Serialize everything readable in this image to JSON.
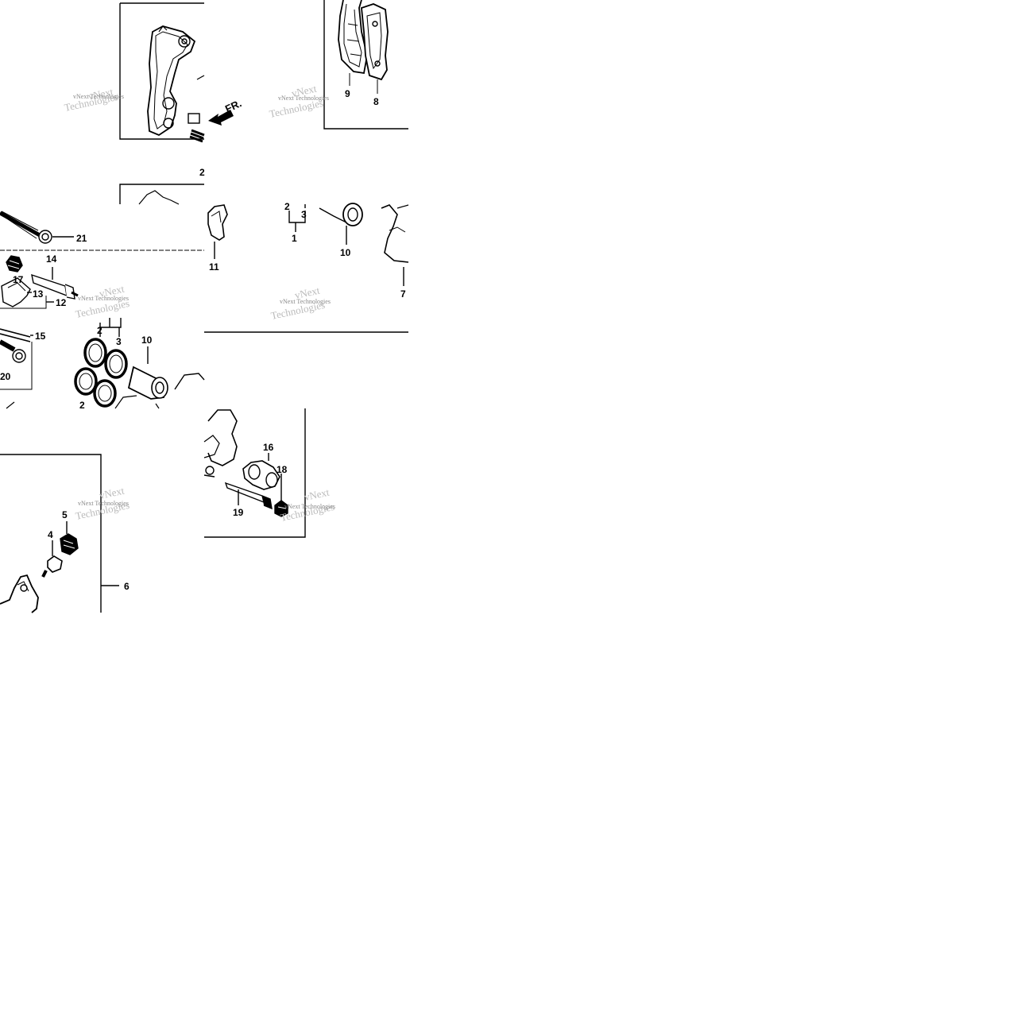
{
  "watermark": {
    "line1": "vNext Technologies",
    "line2": "vNext",
    "line3": "Technologies"
  },
  "direction_label": "FR.",
  "callouts": {
    "c1": "1",
    "c2": "2",
    "c3": "3",
    "c4": "4",
    "c5": "5",
    "c6": "6",
    "c7": "7",
    "c8": "8",
    "c9": "9",
    "c10": "10",
    "c11": "11",
    "c12": "12",
    "c13": "13",
    "c14": "14",
    "c15": "15",
    "c16": "16",
    "c17": "17",
    "c18": "18",
    "c19": "19",
    "c20": "20",
    "c21": "21"
  }
}
